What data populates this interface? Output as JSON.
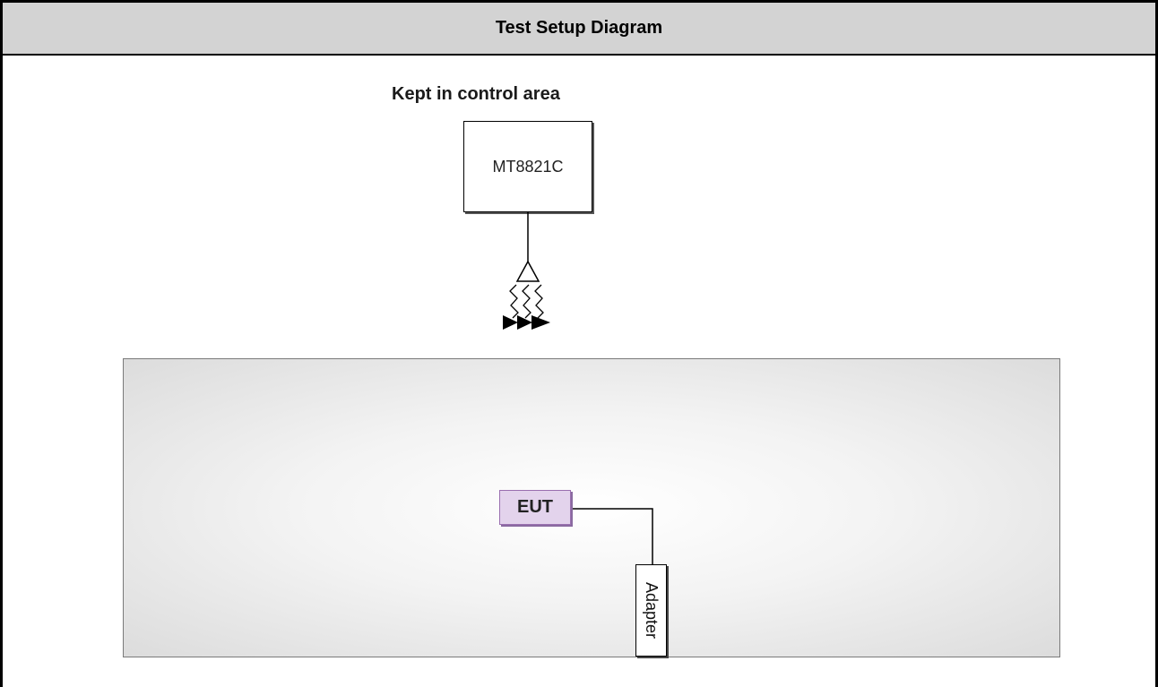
{
  "header": {
    "title": "Test Setup Diagram"
  },
  "control_area": {
    "label": "Kept in control area",
    "instrument": "MT8821C",
    "antenna_icon": "antenna-icon",
    "signal_icon": "wireless-signal-icon"
  },
  "test_area": {
    "eut_label": "EUT",
    "adapter_label": "Adapter"
  },
  "colors": {
    "header_bg": "#d3d3d3",
    "eut_fill": "#e3d3ec",
    "eut_border": "#9a6fb0",
    "test_area_edge": "#dcdcdc"
  }
}
